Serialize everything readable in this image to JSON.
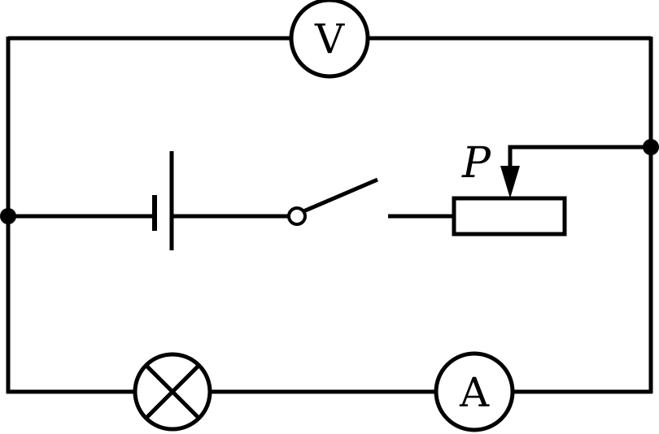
{
  "diagram": {
    "components": {
      "voltmeter": {
        "label": "V"
      },
      "ammeter": {
        "label": "A"
      },
      "rheostat": {
        "slider_label": "P"
      },
      "lamp": {
        "symbol": "crossed-circle"
      },
      "battery": {
        "symbol": "single-cell"
      },
      "switch": {
        "state": "open"
      }
    },
    "colors": {
      "ink": "#000000",
      "background": "#ffffff"
    }
  }
}
